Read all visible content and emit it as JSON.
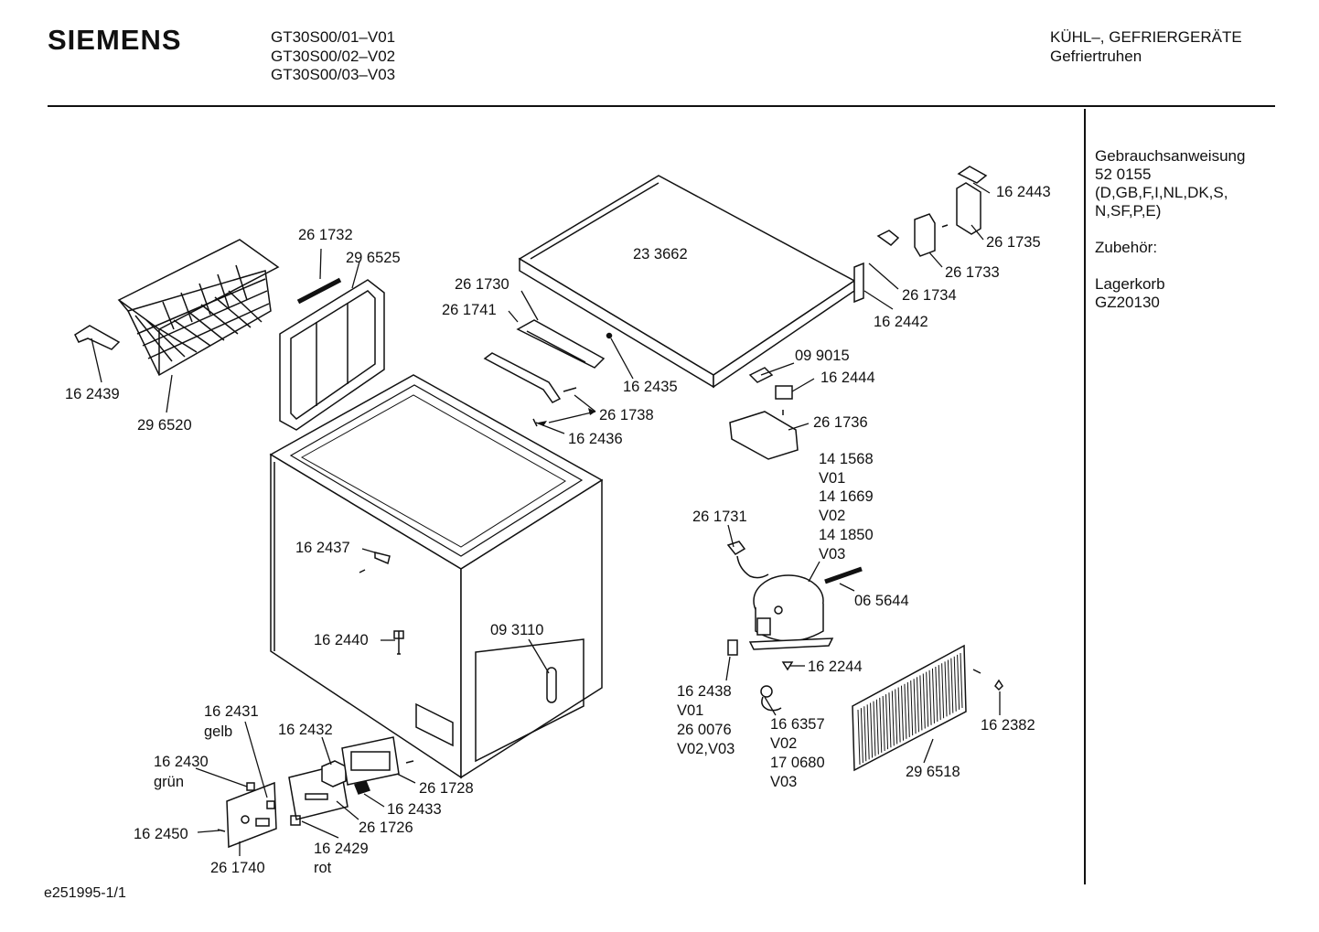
{
  "header": {
    "brand": "SIEMENS",
    "models": [
      "GT30S00/01–V01",
      "GT30S00/02–V02",
      "GT30S00/03–V03"
    ],
    "category": "KÜHL–, GEFRIERGERÄTE",
    "subcategory": "Gefriertruhen"
  },
  "sidebar": {
    "manual_title": "Gebrauchsanweisung",
    "manual_number": "52 0155",
    "manual_languages": "(D,GB,F,I,NL,DK,S,\nN,SF,P,E)",
    "accessories_title": "Zubehör:",
    "accessory_name": "Lagerkorb",
    "accessory_code": "GZ20130"
  },
  "footer": {
    "code": "e251995-1/1"
  },
  "parts": [
    {
      "id": "p233662",
      "text": "23 3662"
    },
    {
      "id": "p162443",
      "text": "16 2443"
    },
    {
      "id": "p261735",
      "text": "26 1735"
    },
    {
      "id": "p261733",
      "text": "26 1733"
    },
    {
      "id": "p261734",
      "text": "26 1734"
    },
    {
      "id": "p162442",
      "text": "16 2442"
    },
    {
      "id": "p261732",
      "text": "26 1732"
    },
    {
      "id": "p296525",
      "text": "29 6525"
    },
    {
      "id": "p261730",
      "text": "26 1730"
    },
    {
      "id": "p261741",
      "text": "26 1741"
    },
    {
      "id": "p162435",
      "text": "16 2435"
    },
    {
      "id": "p099015",
      "text": "09 9015"
    },
    {
      "id": "p162444",
      "text": "16 2444"
    },
    {
      "id": "p162439",
      "text": "16 2439"
    },
    {
      "id": "p296520",
      "text": "29 6520"
    },
    {
      "id": "p261738",
      "text": "26 1738"
    },
    {
      "id": "p162436",
      "text": "16 2436"
    },
    {
      "id": "p261736",
      "text": "26 1736"
    },
    {
      "id": "comp1",
      "text": "14 1568"
    },
    {
      "id": "comp1v",
      "text": "V01"
    },
    {
      "id": "comp2",
      "text": "14 1669"
    },
    {
      "id": "comp2v",
      "text": "V02"
    },
    {
      "id": "comp3",
      "text": "14 1850"
    },
    {
      "id": "comp3v",
      "text": "V03"
    },
    {
      "id": "p261731",
      "text": "26 1731"
    },
    {
      "id": "p162437",
      "text": "16 2437"
    },
    {
      "id": "p065644",
      "text": "06 5644"
    },
    {
      "id": "p162440",
      "text": "16 2440"
    },
    {
      "id": "p093110",
      "text": "09 3110"
    },
    {
      "id": "p162244",
      "text": "16 2244"
    },
    {
      "id": "p162438",
      "text": "16 2438"
    },
    {
      "id": "p162438v",
      "text": "V01"
    },
    {
      "id": "p260076",
      "text": "26 0076"
    },
    {
      "id": "p260076v",
      "text": "V02,V03"
    },
    {
      "id": "p166357",
      "text": "16 6357"
    },
    {
      "id": "p166357v",
      "text": "V02"
    },
    {
      "id": "p170680",
      "text": "17 0680"
    },
    {
      "id": "p170680v",
      "text": "V03"
    },
    {
      "id": "p162382",
      "text": "16 2382"
    },
    {
      "id": "p296518",
      "text": "29 6518"
    },
    {
      "id": "p162431",
      "text": "16 2431"
    },
    {
      "id": "p162431c",
      "text": "gelb"
    },
    {
      "id": "p162432",
      "text": "16 2432"
    },
    {
      "id": "p162430",
      "text": "16 2430"
    },
    {
      "id": "p162430c",
      "text": "grün"
    },
    {
      "id": "p261728",
      "text": "26 1728"
    },
    {
      "id": "p162433",
      "text": "16 2433"
    },
    {
      "id": "p261726",
      "text": "26 1726"
    },
    {
      "id": "p162450",
      "text": "16 2450"
    },
    {
      "id": "p162429",
      "text": "16 2429"
    },
    {
      "id": "p162429c",
      "text": "rot"
    },
    {
      "id": "p261740",
      "text": "26 1740"
    }
  ]
}
